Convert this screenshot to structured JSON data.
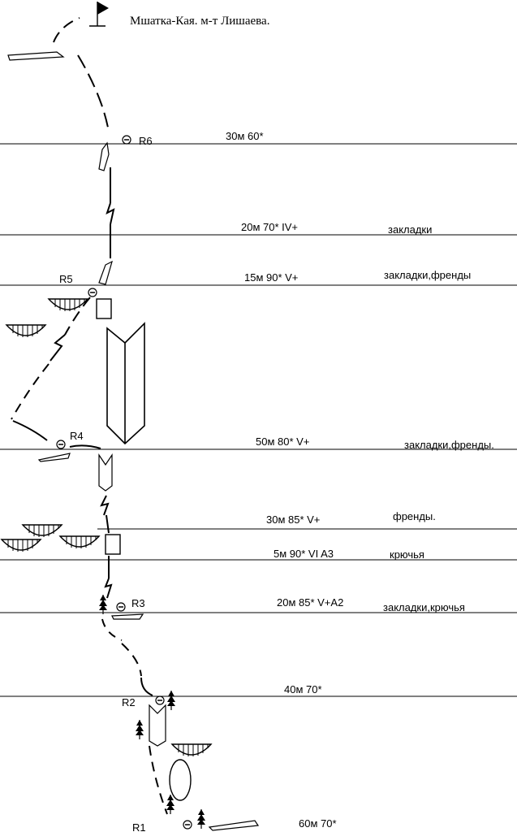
{
  "title": "Мшатка-Кая. м-т Лишаева.",
  "pitches": [
    {
      "grade": "30м 60*",
      "gear": ""
    },
    {
      "grade": "20м 70*  IV+",
      "gear": "закладки"
    },
    {
      "grade": "15м 90*  V+",
      "gear": "закладки,френды"
    },
    {
      "grade": "50м 80*  V+",
      "gear": "закладки,френды."
    },
    {
      "grade": "30м 85* V+",
      "gear": "френды."
    },
    {
      "grade": "5м 90*  VI A3",
      "gear": "крючья"
    },
    {
      "grade": "20м 85* V+A2",
      "gear": "закладки,крючья"
    },
    {
      "grade": "40м 70*",
      "gear": ""
    },
    {
      "grade": "60м 70*",
      "gear": ""
    }
  ],
  "belays": [
    "R1",
    "R2",
    "R3",
    "R4",
    "R5",
    "R6"
  ],
  "icons": [
    "summit-flag-icon",
    "ledge-icon",
    "corner-icon",
    "crack-icon",
    "overhang-icon",
    "tree-icon",
    "anchor-icon",
    "chimney-icon"
  ]
}
